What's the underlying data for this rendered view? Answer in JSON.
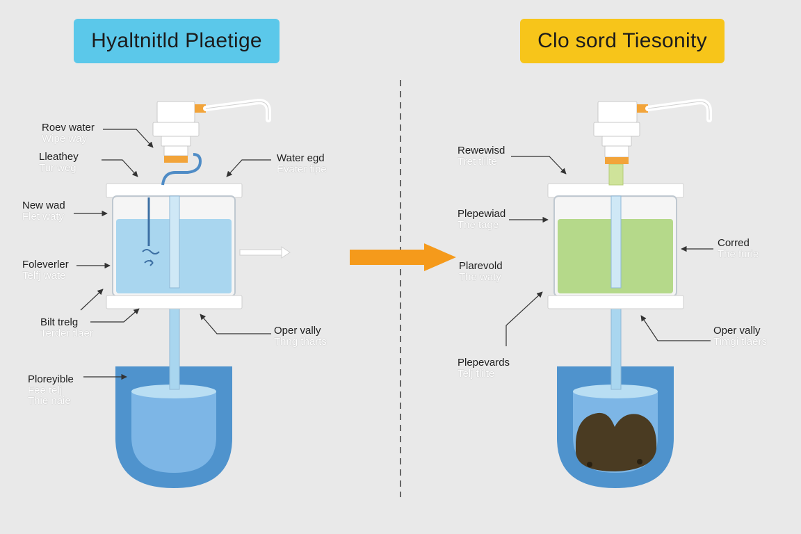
{
  "colors": {
    "background": "#e9e9e9",
    "title_left_bg": "#5bc8ea",
    "title_right_bg": "#f7c51a",
    "clean_water": "#a9d6ef",
    "contaminated_liquid": "#b5d98a",
    "basin_blue": "#4f93cd",
    "sediment": "#4a3b22",
    "arrow_orange": "#f59a1b",
    "fitting_orange": "#f2a43a",
    "divider": "#666666"
  },
  "left_panel": {
    "title": "Hyaltnitld Plaetige",
    "labels": [
      {
        "line1": "Roev water",
        "line2": "Wipe way"
      },
      {
        "line1": "Lleathey",
        "line2": "Tur weg"
      },
      {
        "line1": "Water egd",
        "line2": "Evater fipe"
      },
      {
        "line1": "New wad",
        "line2": "Flet waty"
      },
      {
        "line1": "Foleverler",
        "line2": "Telfj wate"
      },
      {
        "line1": "Bilt trelg",
        "line2": "Terder tlaer"
      },
      {
        "line1": "Oper vally",
        "line2": "Thng tharts"
      },
      {
        "line1": "Ploreyible",
        "line2": "Fee telj",
        "line3": "Thie naie"
      }
    ]
  },
  "right_panel": {
    "title": "Clo sord Tiesonity",
    "labels": [
      {
        "line1": "Rewewisd",
        "line2": "Tret tlilte"
      },
      {
        "line1": "Plepewiad",
        "line2": "The tage"
      },
      {
        "line1": "Corred",
        "line2": "The furie"
      },
      {
        "line1": "Plarevold",
        "line2": "The waty"
      },
      {
        "line1": "Oper vally",
        "line2": "Timgi tlaers"
      },
      {
        "line1": "Plepevards",
        "line2": "Telj tlilte"
      }
    ]
  }
}
